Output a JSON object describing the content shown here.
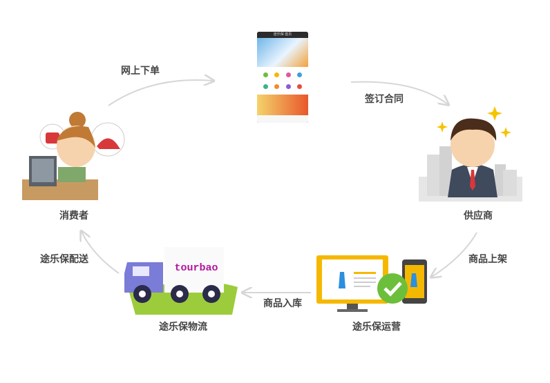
{
  "nodes": {
    "consumer": "消费者",
    "supplier": "供应商",
    "operation": "途乐保运营",
    "logistics": "途乐保物流"
  },
  "edges": {
    "order_online": "网上下单",
    "sign_contract": "签订合同",
    "list_product": "商品上架",
    "warehouse_in": "商品入库",
    "deliver": "途乐保配送"
  },
  "truck_brand": "tourbao",
  "phone_header": "途乐保·首页",
  "colors": {
    "arrow": "#d6d6d6",
    "label": "#444444",
    "truck_body": "#7b7bd8",
    "grass": "#9ccc3c",
    "brand_text": "#b3159c",
    "monitor_frame": "#f5b800",
    "check_green": "#6cbf3b"
  }
}
